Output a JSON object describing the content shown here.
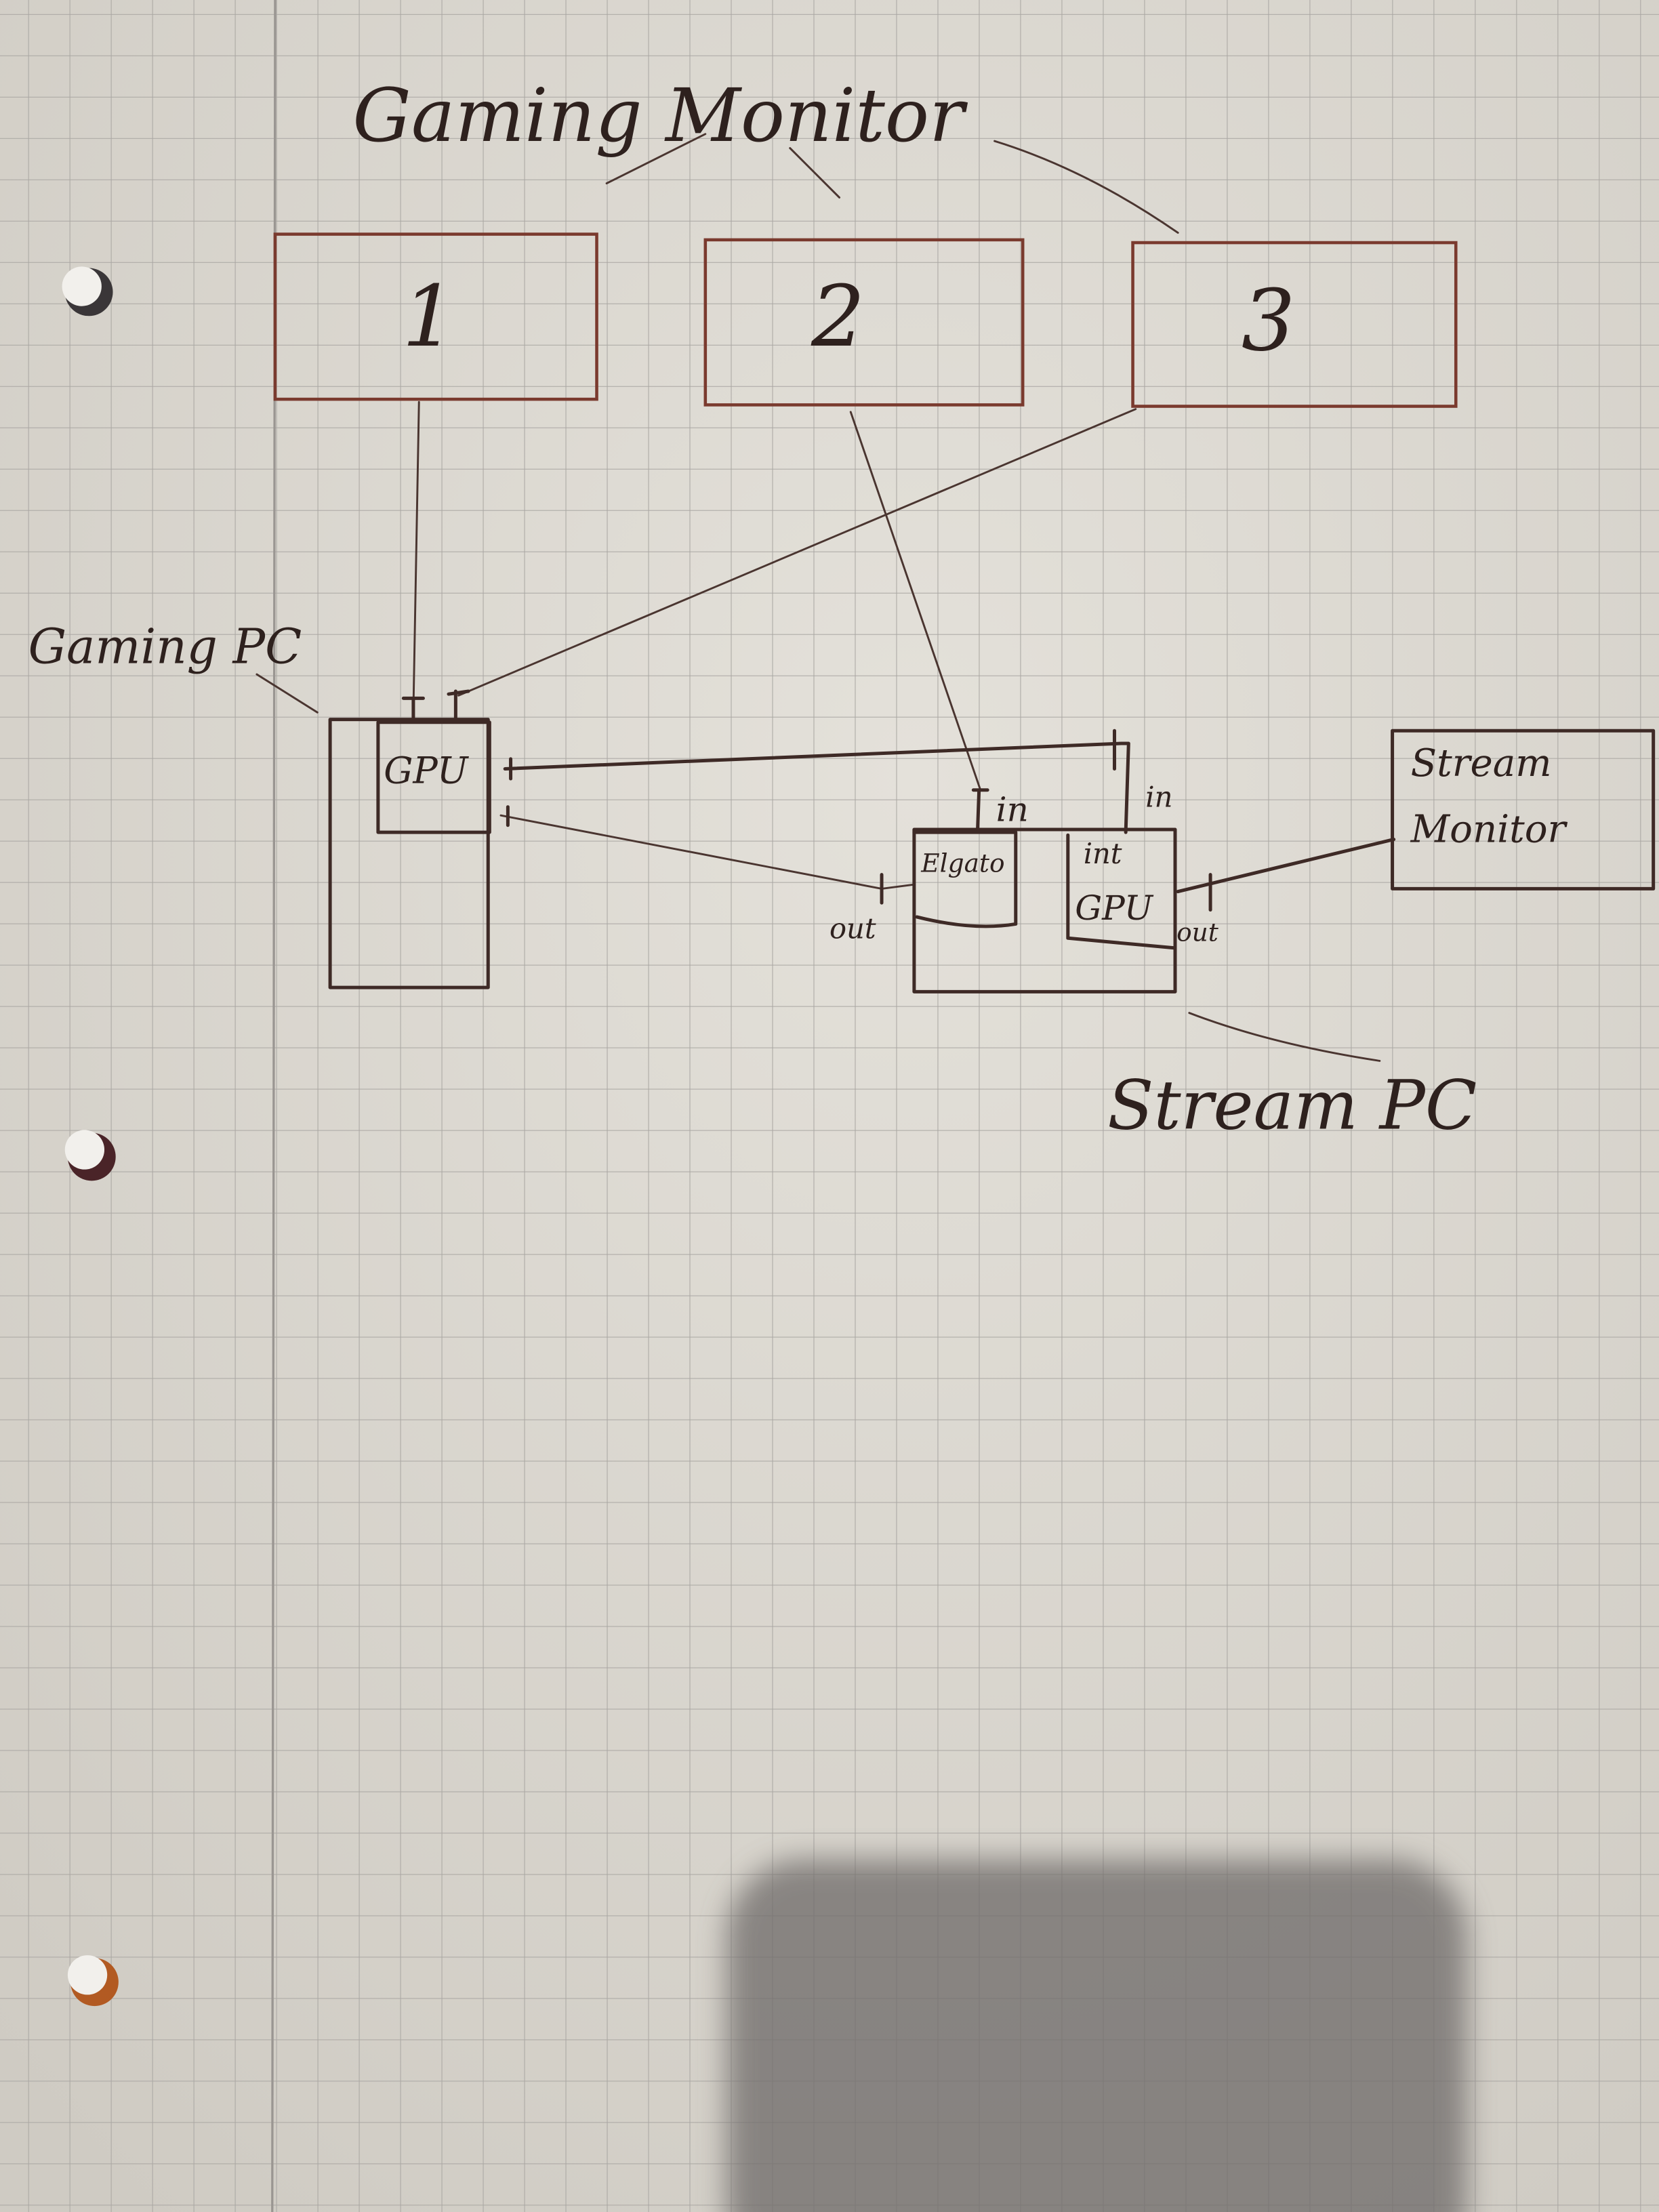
{
  "title": "Gaming Monitor",
  "monitors": [
    {
      "label": "1"
    },
    {
      "label": "2"
    },
    {
      "label": "3"
    }
  ],
  "gaming_pc": {
    "label": "Gaming PC",
    "gpu_label": "GPU"
  },
  "stream_pc": {
    "label": "Stream PC",
    "capture_label": "Elgato",
    "capture_in": "in",
    "capture_out": "out",
    "gpu_label_line1": "int",
    "gpu_label_line2": "GPU",
    "gpu_in": "in",
    "gpu_out": "out"
  },
  "stream_monitor": {
    "line1": "Stream",
    "line2": "Monitor"
  },
  "colors": {
    "paper": "#dcd8d0",
    "grid": "#a9a6a2",
    "ink": "#3e2a26",
    "monitor_ink": "#7a3a2e"
  }
}
